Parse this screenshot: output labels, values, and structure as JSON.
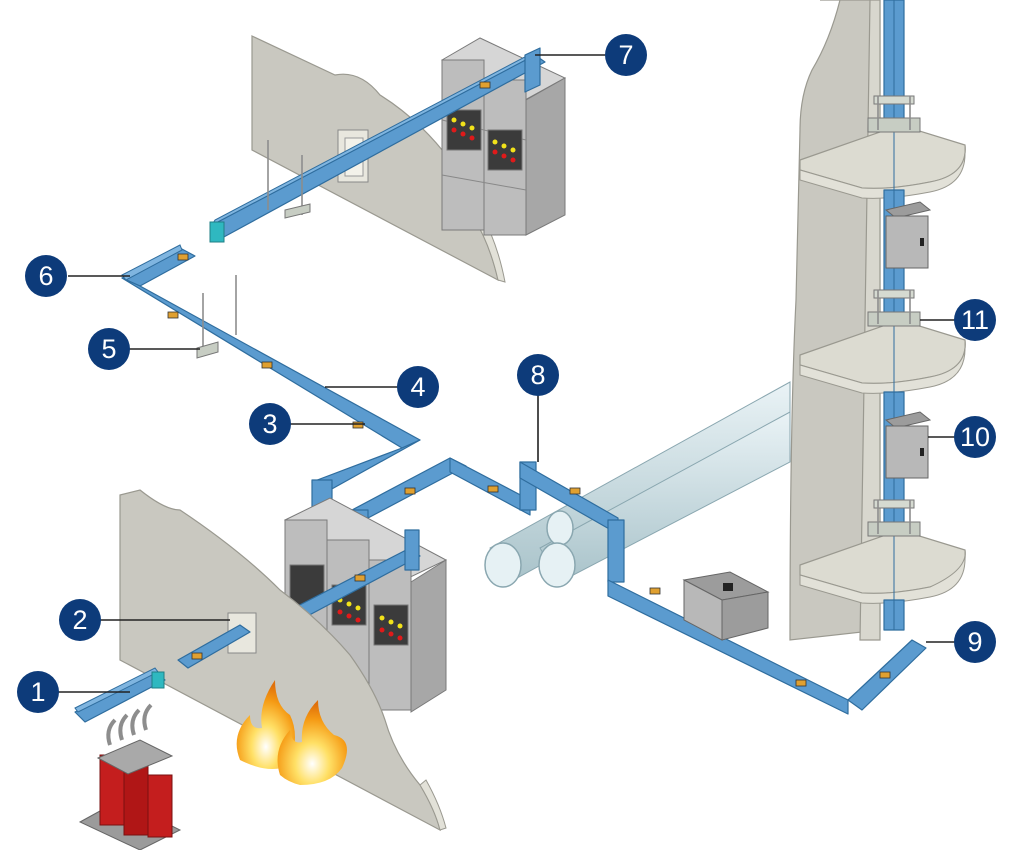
{
  "diagram": {
    "title": "",
    "subject": "Busway / busbar trunking system installation",
    "colors": {
      "callout_fill": "#0d3b7a",
      "callout_text": "#ffffff",
      "busway": "#5b9bcf",
      "wall": "#c9c8c0",
      "cabinet": "#bdbdbd",
      "transformer": "#c41e1e",
      "flame": "#f5a016",
      "pipe": "#cfe1e6",
      "indicator_yellow": "#f2e21a",
      "indicator_red": "#e01a1a"
    },
    "components": [
      {
        "id": "transformer",
        "name": "Cast resin transformer"
      },
      {
        "id": "fire-wall-lower",
        "name": "Fire wall (lower)"
      },
      {
        "id": "fire-wall-upper",
        "name": "Fire wall (upper)"
      },
      {
        "id": "switchgear-lower",
        "name": "Switchgear cabinets (lower)"
      },
      {
        "id": "switchgear-upper",
        "name": "Switchgear cabinets (upper)"
      },
      {
        "id": "pipes",
        "name": "Pipes"
      },
      {
        "id": "riser-wall",
        "name": "Riser shaft with floor slabs"
      },
      {
        "id": "tap-off-box-horizontal",
        "name": "Tap-off box (horizontal run)"
      },
      {
        "id": "tap-off-box-riser-1",
        "name": "Tap-off box (riser, upper)"
      },
      {
        "id": "tap-off-box-riser-2",
        "name": "Tap-off box (riser, lower)"
      },
      {
        "id": "fire",
        "name": "Fire"
      }
    ],
    "callouts": [
      {
        "number": "1"
      },
      {
        "number": "2"
      },
      {
        "number": "3"
      },
      {
        "number": "4"
      },
      {
        "number": "5"
      },
      {
        "number": "6"
      },
      {
        "number": "7"
      },
      {
        "number": "8"
      },
      {
        "number": "9"
      },
      {
        "number": "10"
      },
      {
        "number": "11"
      }
    ]
  }
}
